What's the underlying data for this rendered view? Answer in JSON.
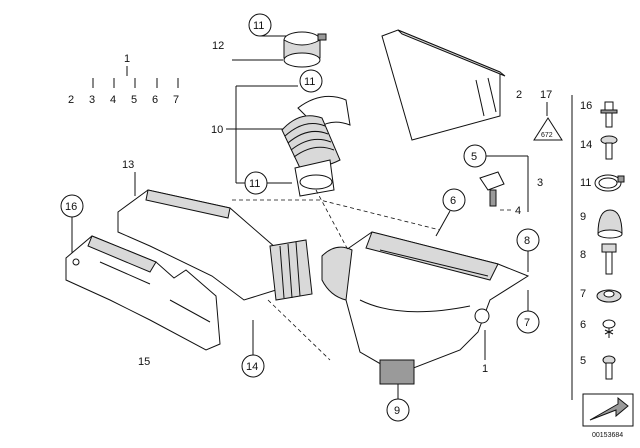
{
  "diagram": {
    "callouts": {
      "c11a": "11",
      "c12": "12",
      "c1_top": "1",
      "c2_left": "2",
      "c3_left": "3",
      "c4_left": "4",
      "c5_left": "5",
      "c6_left": "6",
      "c7_left": "7",
      "c11b": "11",
      "c10": "10",
      "c11c": "11",
      "c2_right": "2",
      "c17": "17",
      "c5_mid": "5",
      "c3_mid": "3",
      "c4_mid": "4",
      "c6_mid": "6",
      "c8_mid": "8",
      "c7_mid": "7",
      "c1_bottom": "1",
      "c9_mid": "9",
      "c13": "13",
      "c16_left": "16",
      "c15": "15",
      "c14": "14",
      "warning_label": "672"
    },
    "legend": {
      "items": [
        "16",
        "14",
        "11",
        "9",
        "8",
        "7",
        "6",
        "5"
      ]
    },
    "footer": {
      "catalog_number": "00153684"
    }
  }
}
